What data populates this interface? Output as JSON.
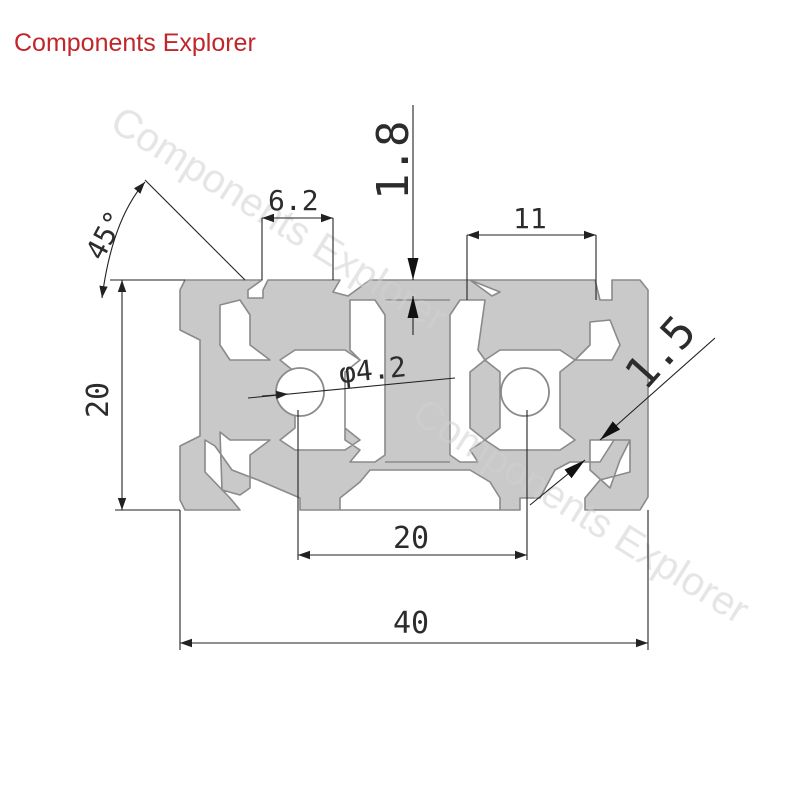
{
  "brand": {
    "title": "Components Explorer",
    "color": "#c0262a"
  },
  "watermark": {
    "text": "Components Explorer",
    "color": "#cfcfcf"
  },
  "profile": {
    "fill": "#c9c9c9",
    "outline": "#8a8a8a"
  },
  "dimensions": {
    "angle": "45°",
    "slot_opening": "6.2",
    "wall_thickness": "1.8",
    "slot_width": "11",
    "fillet": "1.5",
    "height": "20",
    "hole_diameter": "φ4.2",
    "hole_pitch": "20",
    "width": "40"
  }
}
